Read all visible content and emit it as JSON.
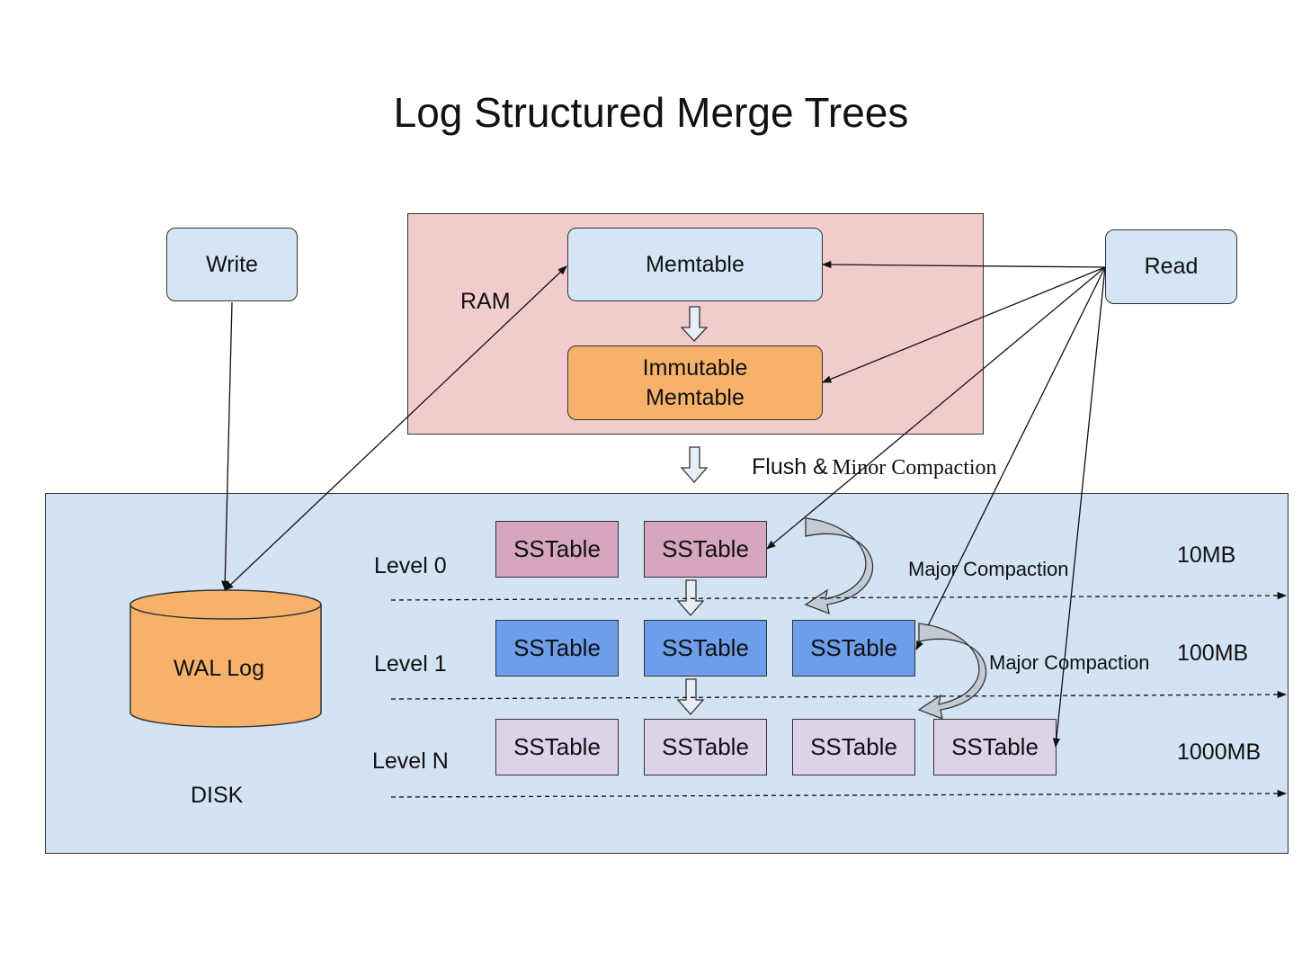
{
  "title": "Log Structured Merge Trees",
  "ram": {
    "label": "RAM",
    "memtable": "Memtable",
    "immutable_line1": "Immutable",
    "immutable_line2": "Memtable"
  },
  "write_label": "Write",
  "read_label": "Read",
  "flush_label": "Flush &",
  "minor_label": "Minor Compaction",
  "disk": {
    "label": "DISK",
    "wal_label": "WAL Log",
    "levels": [
      {
        "name": "Level 0",
        "size": "10MB",
        "tables": [
          "SSTable",
          "SSTable"
        ]
      },
      {
        "name": "Level 1",
        "size": "100MB",
        "tables": [
          "SSTable",
          "SSTable",
          "SSTable"
        ]
      },
      {
        "name": "Level N",
        "size": "1000MB",
        "tables": [
          "SSTable",
          "SSTable",
          "SSTable",
          "SSTable"
        ]
      }
    ],
    "major_compaction_1": "Major Compaction",
    "major_compaction_2": "Major Compaction"
  },
  "colors": {
    "ram_zone": "#f2cccc",
    "disk_zone": "#d3e3f3",
    "light_box": "#d4e5f5",
    "orange": "#f6b26b",
    "level0": "#d5a6bd",
    "level1": "#6d9eeb",
    "levelN": "#dcd2ea"
  }
}
